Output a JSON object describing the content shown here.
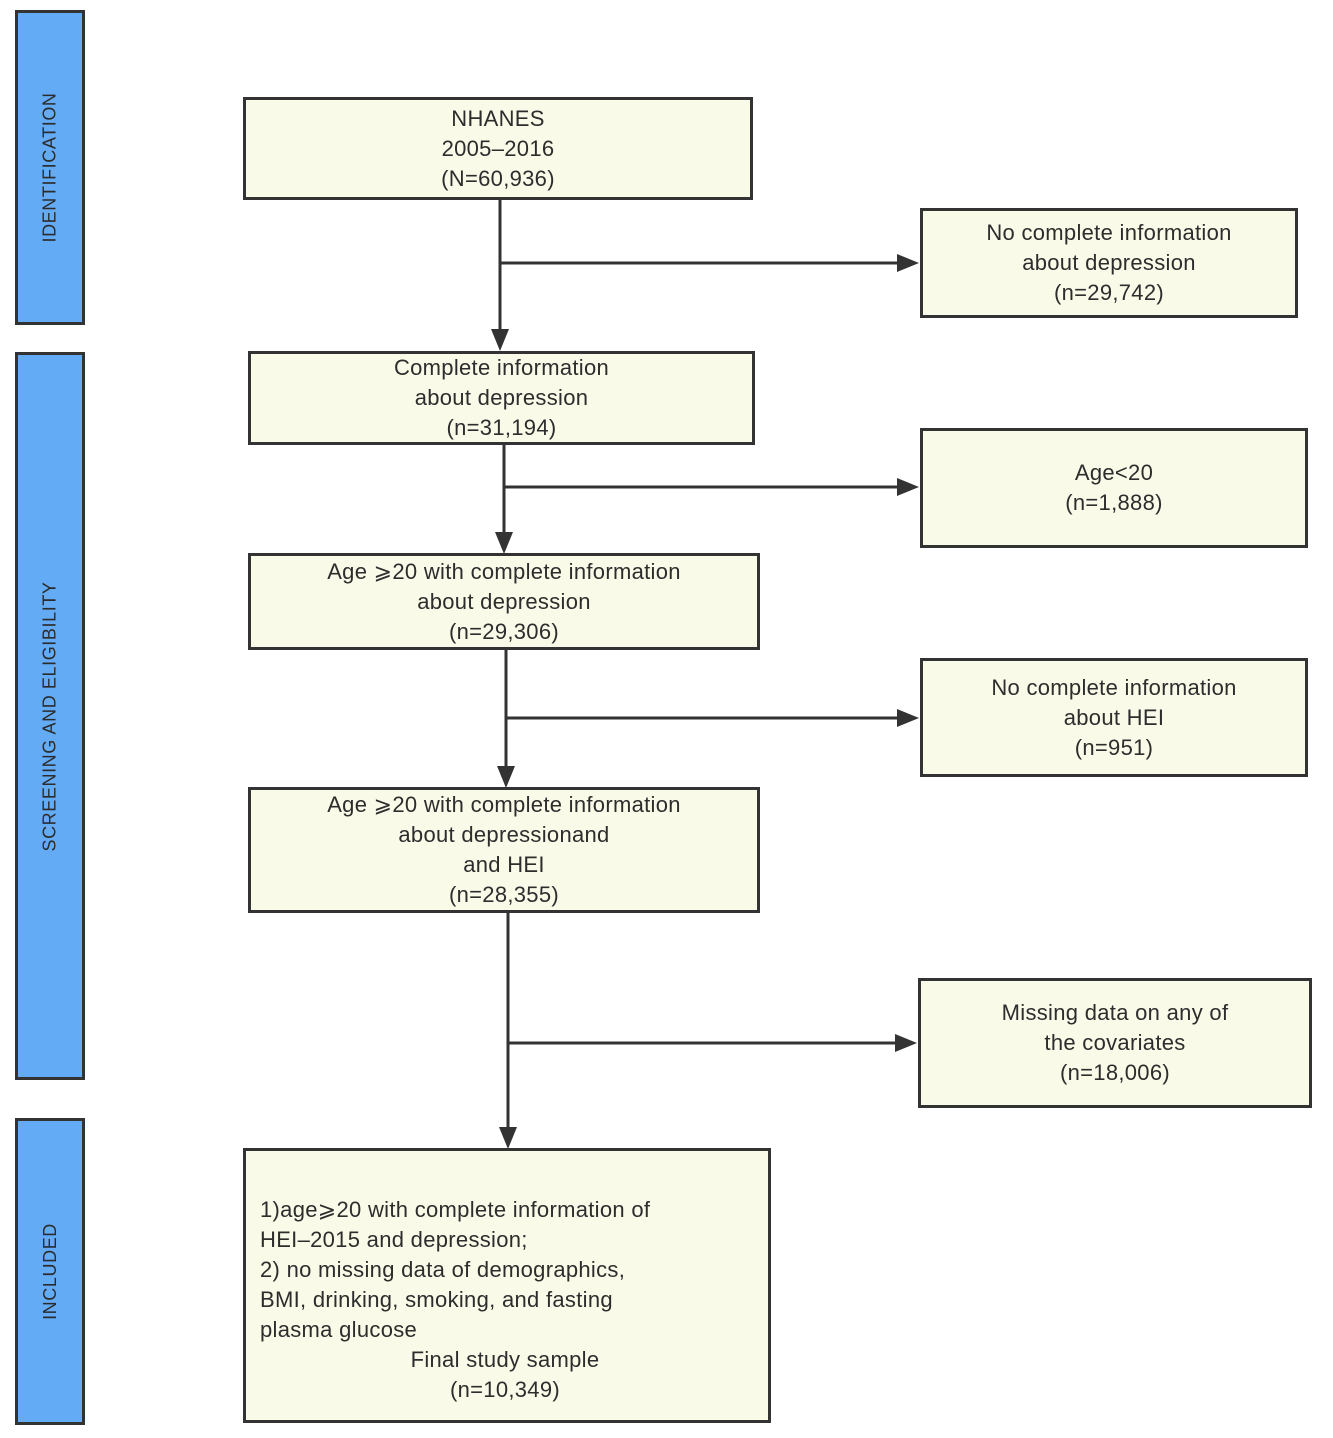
{
  "palette": {
    "box_fill": "#FAFAE8",
    "box_border": "#333333",
    "stage_fill": "#64ABF5",
    "stage_border": "#333333",
    "arrow": "#333333",
    "text": "#2D2D2D"
  },
  "stages": [
    {
      "label": "IDENTIFICATION"
    },
    {
      "label": "SCREENING AND ELIGIBILITY"
    },
    {
      "label": "INCLUDED"
    }
  ],
  "flow": {
    "main_boxes": [
      {
        "name": "nhanes",
        "lines": [
          "NHANES",
          "2005–2016",
          "(N=60,936)"
        ]
      },
      {
        "name": "complete-depression-info",
        "lines": [
          "Complete information",
          "about depression",
          "(n=31,194)"
        ]
      },
      {
        "name": "age20-depression",
        "lines": [
          "Age ⩾20 with complete information",
          "about depression",
          "(n=29,306)"
        ]
      },
      {
        "name": "age20-depression-hei",
        "lines": [
          "Age ⩾20 with complete information",
          "about depressionand",
          "and HEI",
          "(n=28,355)"
        ]
      }
    ],
    "exclusion_boxes": [
      {
        "name": "no-depression-info",
        "lines": [
          "No complete information",
          "about depression",
          "(n=29,742)"
        ]
      },
      {
        "name": "age-under-20",
        "lines": [
          "Age<20",
          "(n=1,888)"
        ]
      },
      {
        "name": "no-hei-info",
        "lines": [
          "No complete information",
          "about HEI",
          "(n=951)"
        ]
      },
      {
        "name": "missing-covariates",
        "lines": [
          "Missing data on any of",
          "the covariates",
          "(n=18,006)"
        ]
      }
    ],
    "final_box": {
      "criteria_lines": [
        "1)age⩾20 with complete information of",
        "HEI–2015 and depression;",
        "2) no missing data of demographics,",
        "BMI, drinking, smoking, and fasting",
        "plasma glucose"
      ],
      "centered_lines": [
        "Final study sample",
        "(n=10,349)"
      ]
    }
  }
}
